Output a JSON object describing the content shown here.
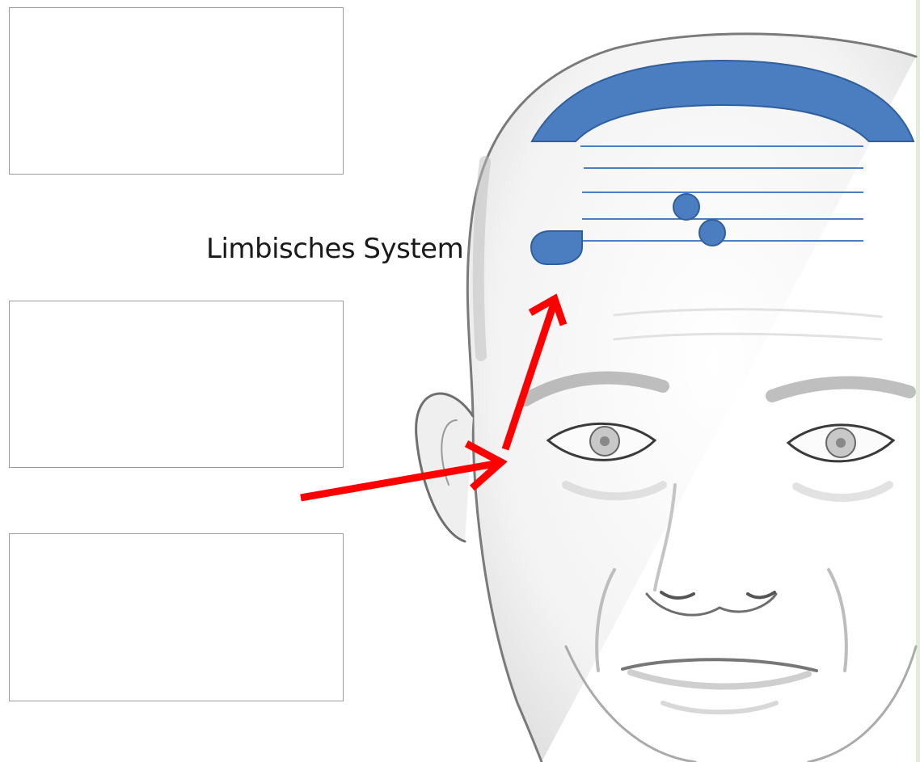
{
  "label": {
    "text": "Limbisches System"
  },
  "answer_boxes": [
    {
      "id": "top",
      "text": ""
    },
    {
      "id": "middle",
      "text": ""
    },
    {
      "id": "bottom",
      "text": ""
    }
  ],
  "colors": {
    "brain_fill": "#4a7ec1",
    "brain_stroke": "#2f5f9e",
    "arrow": "#ff0000",
    "sketch": "#555555",
    "background": "#e3ecd9"
  },
  "icons": {
    "face": "pencil-sketch-face",
    "cortex": "cortex-arc",
    "limbic": "limbic-system-shape",
    "arrow": "red-arrow"
  }
}
